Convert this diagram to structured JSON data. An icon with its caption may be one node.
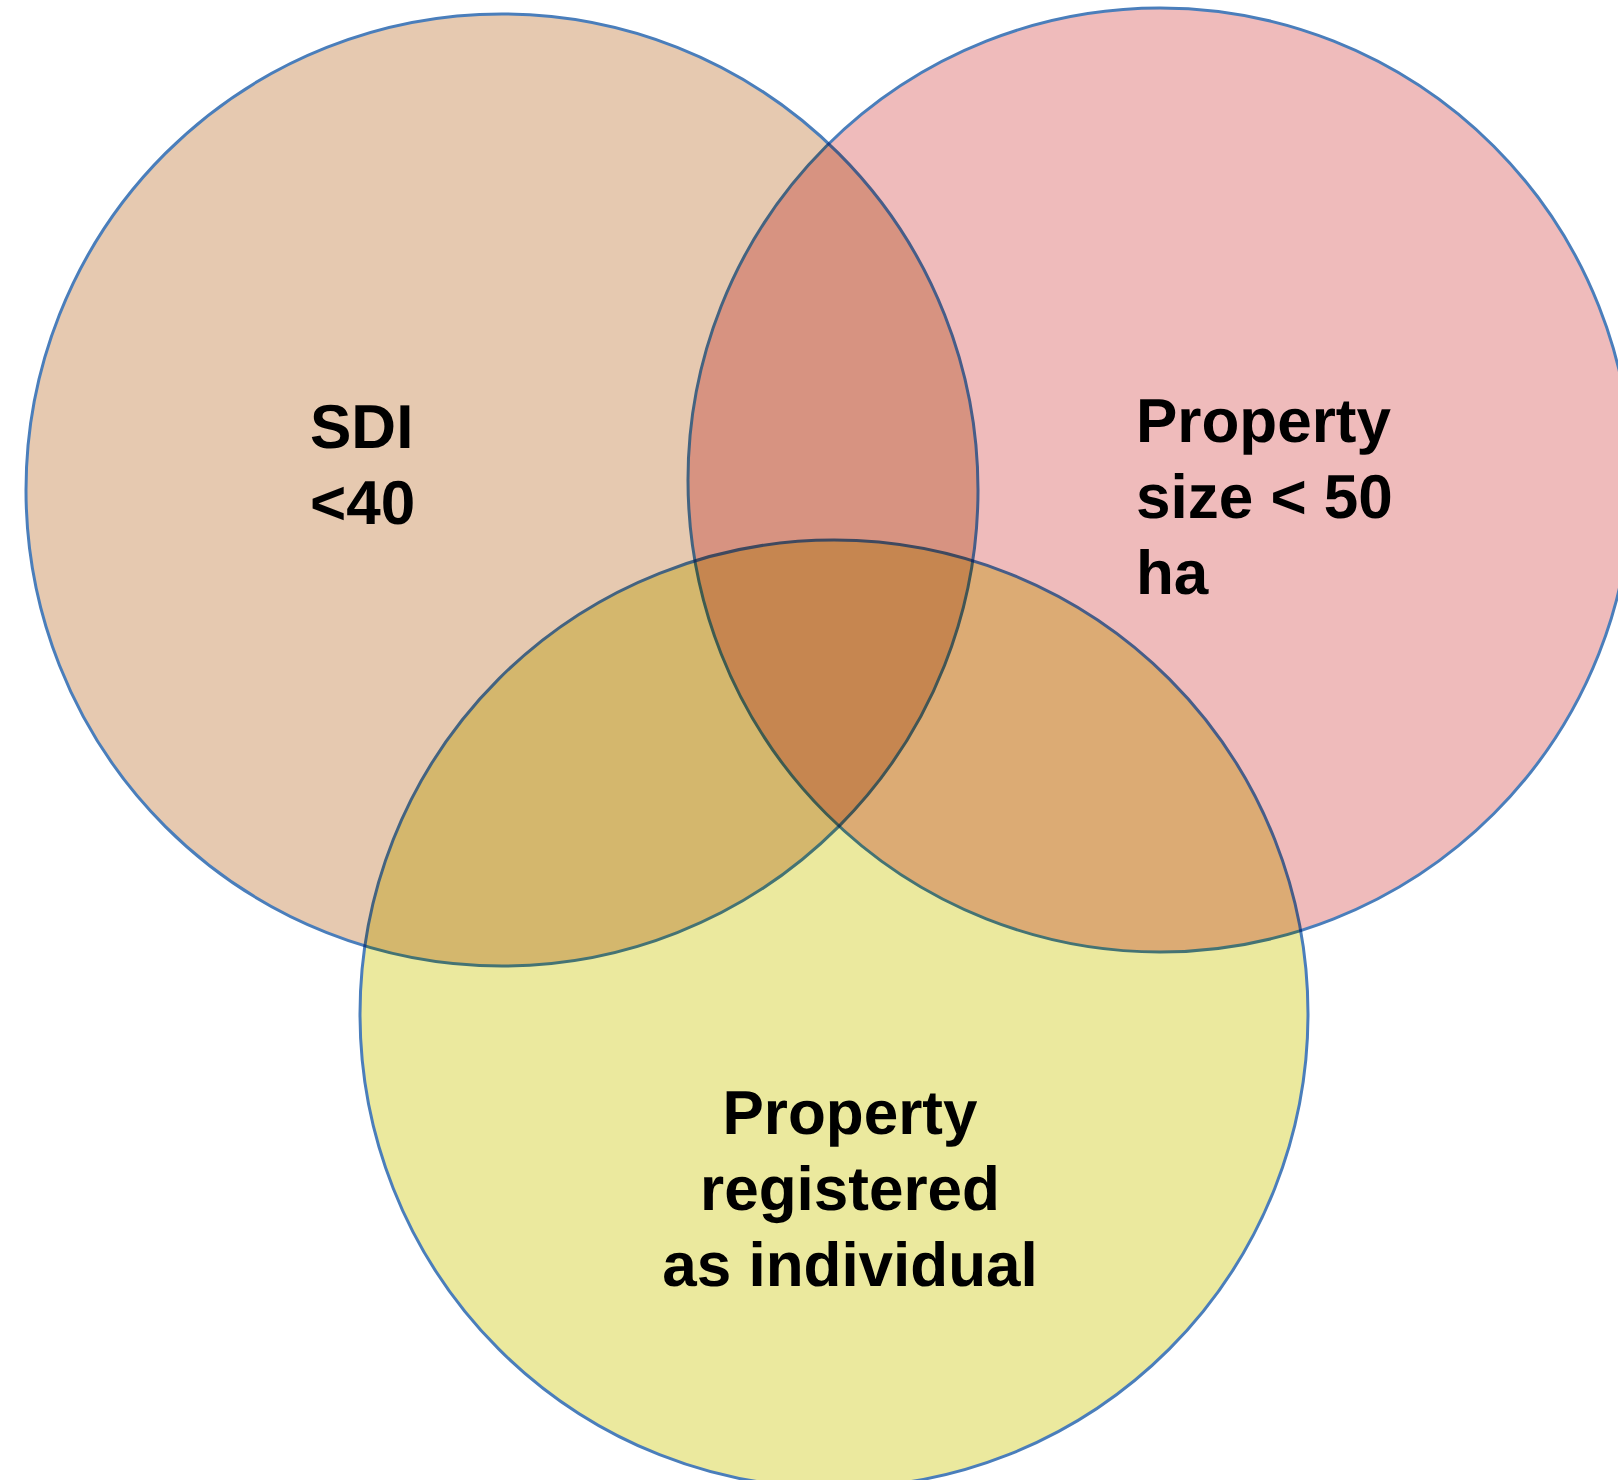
{
  "diagram": {
    "nodes": [
      {
        "text": [
          "SDI <40"
        ]
      },
      {
        "text": [
          "Property size < 50 ha"
        ]
      },
      {
        "text": [
          "Property registered as individual"
        ]
      }
    ]
  }
}
